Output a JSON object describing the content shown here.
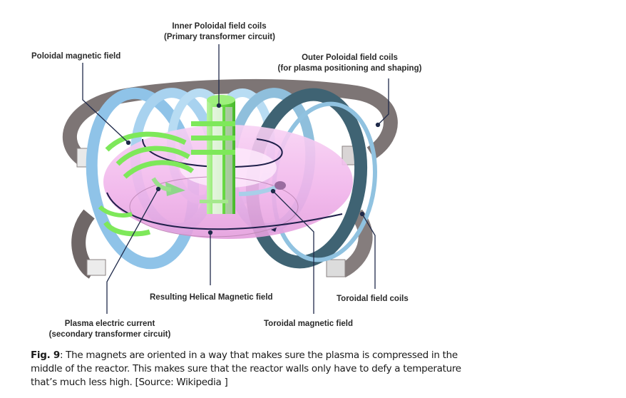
{
  "figure": {
    "labels": {
      "inner_poloidal_line1": "Inner Poloidal field coils",
      "inner_poloidal_line2": "(Primary transformer circuit)",
      "poloidal_magnetic_field": "Poloidal magnetic field",
      "outer_poloidal_line1": "Outer Poloidal field coils",
      "outer_poloidal_line2": "(for plasma positioning and shaping)",
      "resulting_helical": "Resulting Helical Magnetic field",
      "toroidal_field_coils": "Toroidal field coils",
      "plasma_current_line1": "Plasma electric current",
      "plasma_current_line2": "(secondary transformer circuit)",
      "toroidal_magnetic_field": "Toroidal magnetic field"
    },
    "colors": {
      "coil_blue": "#8fc3e8",
      "coil_dark": "#4a6e80",
      "outer_coil_gray": "#7d7575",
      "plasma_pink": "#f2b8ec",
      "solenoid_green": "#7ee85a",
      "leader_line": "#1f2a4a"
    }
  },
  "caption": {
    "fig_label": "Fig. 9",
    "text": ": The magnets are oriented in a way that makes sure the plasma is compressed in the middle of the reactor. This makes sure that the reactor walls only have to defy a temperature that’s much less high. [Source: Wikipedia ]"
  }
}
